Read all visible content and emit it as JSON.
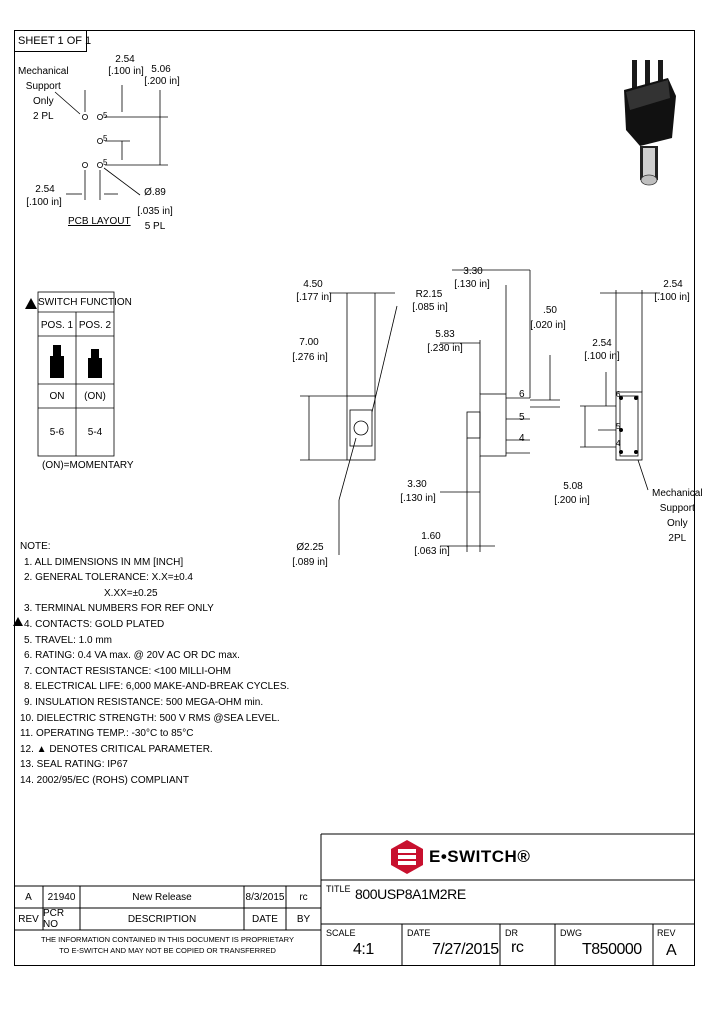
{
  "sheet_label": "SHEET 1 OF 1",
  "pcb": {
    "mechanical_support": "Mechanical\nSupport\nOnly\n2 PL",
    "dim_254_mm": "2.54",
    "dim_254_in": "[.100 in]",
    "dim_506_mm": "5.06",
    "dim_506_in": "[.200 in]",
    "dim_254b_mm": "2.54",
    "dim_254b_in": "[.100 in]",
    "dia_mm": "Ø.89",
    "dia_in": "[.035 in]",
    "dia_count": "5 PL",
    "layout_label": "PCB LAYOUT",
    "pins": [
      "5",
      "5",
      "5"
    ]
  },
  "switch_function": {
    "title": "SWITCH FUNCTION",
    "pos1": "POS. 1",
    "pos2": "POS. 2",
    "state1": "ON",
    "state2": "(ON)",
    "contacts1": "5-6",
    "contacts2": "5-4",
    "footnote": "(ON)=MOMENTARY",
    "critical_mark": "▲"
  },
  "views": {
    "w_mm": "4.50",
    "w_in": "[.177 in]",
    "h_mm": "7.00",
    "h_in": "[.276 in]",
    "r_mm": "R2.15",
    "r_in": "[.085 in]",
    "d_mm": "Ø2.25",
    "d_in": "[.089 in]",
    "a_mm": "3.30",
    "a_in": "[.130 in]",
    "b_mm": "5.83",
    "b_in": "[.230 in]",
    "c_mm": ".50",
    "c_in": "[.020 in]",
    "e_mm": "3.30",
    "e_in": "[.130 in]",
    "f_mm": "1.60",
    "f_in": "[.063 in]",
    "g_mm": "2.54",
    "g_in": "[.100 in]",
    "h2_mm": "2.54",
    "h2_in": "[.100 in]",
    "j_mm": "5.08",
    "j_in": "[.200 in]",
    "pin6": "6",
    "pin5": "5",
    "pin4": "4",
    "side_pin6": "6",
    "side_pin5": "5",
    "side_pin4": "4",
    "mech_support": "Mechanical\nSupport\nOnly\n2PL"
  },
  "notes": {
    "heading": "NOTE:",
    "items": [
      "1. ALL DIMENSIONS IN MM [INCH]",
      "2. GENERAL TOLERANCE: X.X=±0.4",
      "X.XX=±0.25",
      "3. TERMINAL NUMBERS FOR REF ONLY",
      "4. CONTACTS: GOLD PLATED",
      "5. TRAVEL: 1.0 mm",
      "6. RATING: 0.4 VA max. @ 20V AC OR DC max.",
      "7. CONTACT RESISTANCE: <100 MILLI-OHM",
      "8. ELECTRICAL LIFE: 6,000 MAKE-AND-BREAK CYCLES.",
      "9. INSULATION RESISTANCE: 500 MEGA-OHM min.",
      "10. DIELECTRIC STRENGTH: 500 V RMS @SEA LEVEL.",
      "11. OPERATING TEMP.: -30°C to 85°C",
      "12. ▲ DENOTES CRITICAL PARAMETER.",
      "13. SEAL RATING: IP67",
      "14. 2002/95/EC (ROHS) COMPLIANT"
    ]
  },
  "title_block": {
    "brand": "E•SWITCH®",
    "title_label": "TITLE",
    "title_value": "800USP8A1M2RE",
    "scale_label": "SCALE",
    "scale_value": "4:1",
    "date_label": "DATE",
    "date_value": "7/27/2015",
    "dr_label": "DR",
    "dr_value": "rc",
    "dwg_label": "DWG",
    "dwg_value": "T850000",
    "rev_label": "REV",
    "rev_value": "A"
  },
  "revision": {
    "row": {
      "rev": "A",
      "pcr": "21940",
      "description": "New Release",
      "date": "8/3/2015",
      "by": "rc"
    },
    "headers": {
      "rev": "REV",
      "pcr": "PCR NO",
      "description": "DESCRIPTION",
      "date": "DATE",
      "by": "BY"
    },
    "proprietary_1": "THE INFORMATION CONTAINED IN THIS DOCUMENT IS PROPRIETARY",
    "proprietary_2": "TO E-SWITCH AND MAY NOT BE COPIED OR TRANSFERRED"
  },
  "colors": {
    "brand_red": "#c8102e",
    "line": "#000000"
  }
}
